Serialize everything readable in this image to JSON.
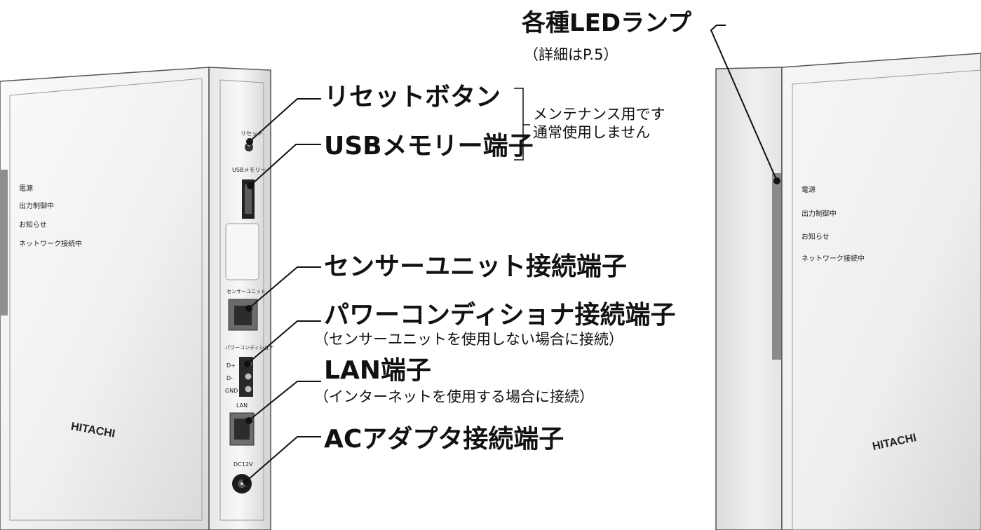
{
  "callouts": {
    "led": {
      "title": "各種LEDランプ",
      "note": "（詳細はP.5）"
    },
    "reset": {
      "title": "リセットボタン"
    },
    "usb": {
      "title": "USBメモリー端子"
    },
    "maintenance_note": {
      "line1": "メンテナンス用です",
      "line2": "通常使用しません"
    },
    "sensor": {
      "title": "センサーユニット接続端子"
    },
    "pcs": {
      "title": "パワーコンディショナ接続端子",
      "note": "（センサーユニットを使用しない場合に接続）"
    },
    "lan": {
      "title": "LAN端子",
      "note": "（インターネットを使用する場合に接続）"
    },
    "ac": {
      "title": "ACアダプタ接続端子"
    }
  },
  "device_left": {
    "brand": "HITACHI",
    "leds": [
      "電源",
      "出力制御中",
      "お知らせ",
      "ネットワーク接続中"
    ],
    "port_labels": {
      "reset": "リセット",
      "usb": "USBメモリー",
      "sensor": "センサーユニット",
      "pcs": "パワーコンディショナ",
      "pin_dplus": "D+",
      "pin_dminus": "D-",
      "pin_gnd": "GND",
      "lan": "LAN",
      "dc": "DC12V"
    }
  },
  "device_right": {
    "brand": "HITACHI",
    "leds": [
      "電源",
      "出力制御中",
      "お知らせ",
      "ネットワーク接続中"
    ]
  },
  "colors": {
    "body_light": "#f2f2f2",
    "body_shade": "#c9c9c9",
    "led_strip": "#8a8a8a",
    "line": "#111111"
  }
}
